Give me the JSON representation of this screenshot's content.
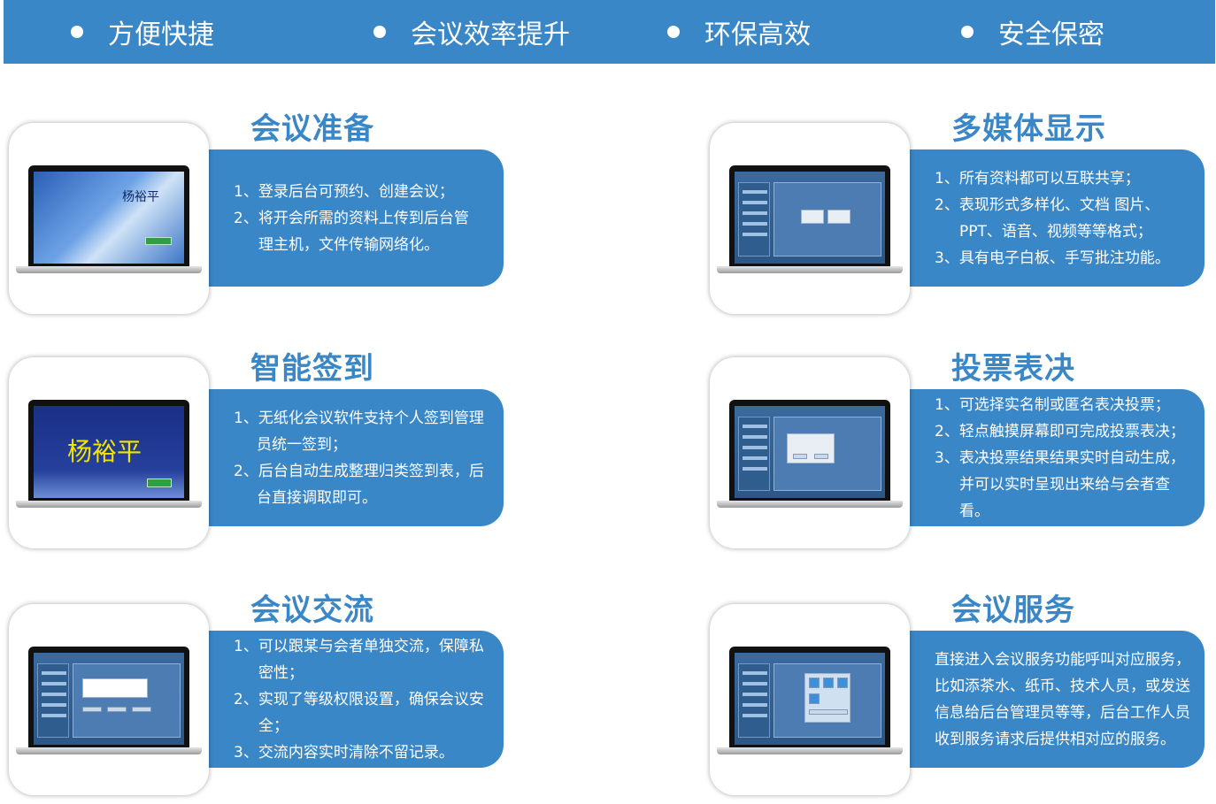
{
  "features": [
    "方便快捷",
    "会议效率提升",
    "环保高效",
    "安全保密"
  ],
  "cards": [
    {
      "title": "会议准备",
      "screen_name": "杨裕平",
      "lines": [
        "1、登录后台可预约、创建会议；",
        "2、将开会所需的资料上传到后台管",
        "理主机，文件传输网络化。"
      ]
    },
    {
      "title": "多媒体显示",
      "lines": [
        "1、所有资料都可以互联共享；",
        "2、表现形式多样化、文档  图片、",
        "PPT、语音、视频等等格式；",
        "3、具有电子白板、手写批注功能。"
      ]
    },
    {
      "title": "智能签到",
      "screen_name": "杨裕平",
      "lines": [
        "1、无纸化会议软件支持个人签到管理",
        "员统一签到；",
        "2、后台自动生成整理归类签到表，后",
        "台直接调取即可。"
      ]
    },
    {
      "title": "投票表决",
      "lines": [
        "1、可选择实名制或匿名表决投票；",
        "2、轻点触摸屏幕即可完成投票表决；",
        "3、表决投票结果结果实时自动生成，",
        "并可以实时呈现出来给与会者查",
        "看。"
      ]
    },
    {
      "title": "会议交流",
      "lines": [
        "1、可以跟某与会者单独交流，保障私",
        "密性；",
        "2、实现了等级权限设置，确保会议安",
        "全；",
        "3、交流内容实时清除不留记录。"
      ]
    },
    {
      "title": "会议服务",
      "lines": [
        "直接进入会议服务功能呼叫对应服务，",
        "比如添茶水、纸币、技术人员，或发送",
        "信息给后台管理员等等，后台工作人员",
        "收到服务请求后提供相对应的服务。"
      ]
    }
  ]
}
